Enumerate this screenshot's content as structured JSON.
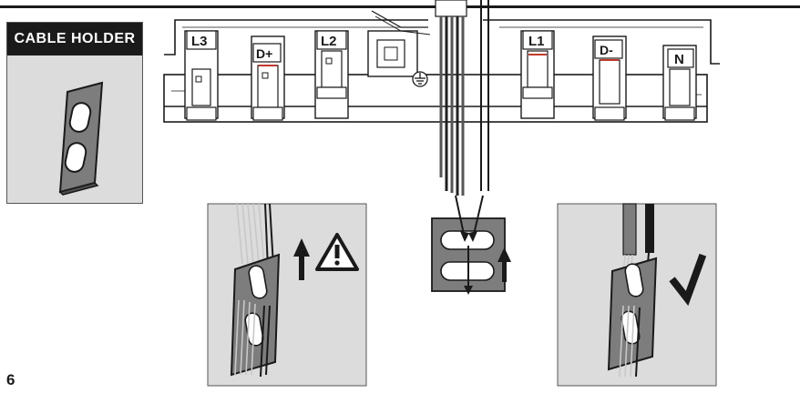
{
  "cable_holder": {
    "title": "CABLE HOLDER"
  },
  "terminals": [
    {
      "label": "L3"
    },
    {
      "label": "D+"
    },
    {
      "label": "L2"
    },
    {
      "label": "L1"
    },
    {
      "label": "D-"
    },
    {
      "label": "N"
    }
  ],
  "icons": {
    "earth": "earth-ground-icon",
    "warning": "warning-triangle-icon",
    "check": "checkmark-icon",
    "arrow": "arrow-up-icon"
  },
  "colors": {
    "ink": "#1a1a1a",
    "panel": "#dcdcdc",
    "plate": "#7d7d7d",
    "accent": "#c0392b"
  },
  "page": {
    "number": "6"
  }
}
